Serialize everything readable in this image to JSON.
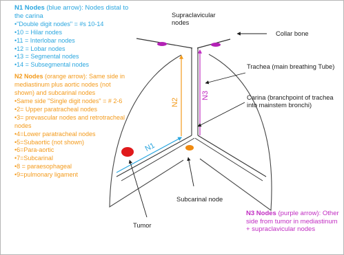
{
  "legend_n1": {
    "heading_bold": "N1 Nodes",
    "heading_rest": " (blue arrow): Nodes distal to the carina",
    "items": [
      "•\"Double digit nodes\" = #s 10-14",
      "•10 = Hilar nodes",
      "•11 = Interlobar nodes",
      "•12 = Lobar nodes",
      "•13 = Segmental nodes",
      "•14 = Subsegmental nodes"
    ]
  },
  "legend_n2": {
    "heading_bold": "N2 Nodes",
    "heading_rest": " (orange arrow): Same side in mediastinum plus aortic nodes (not shown) and subcarinal nodes",
    "items": [
      "•Same side \"Single digit nodes\" = # 2-6",
      "•2= Upper paratracheal nodes",
      "•3= prevascular nodes and retrotracheal nodes",
      "•4=Lower paratracheal nodes",
      "•5=Subaortic (not shown)",
      "•6=Para-aortic",
      "•7=Subcarinal",
      "•8 = paraesophageal",
      "•9=pulmonary ligament"
    ]
  },
  "legend_n3": {
    "heading_bold": "N3 Nodes",
    "heading_rest": " (purple arrow): Other side from tumor in mediastinum + supraclavicular nodes"
  },
  "diagram": {
    "supraclavicular_label": "Supraclavicular nodes",
    "collar_bone_label": "Collar bone",
    "trachea_label": "Trachea (main breathing Tube)",
    "carina_label": "Carina (branchpoint of trachea into mainstem bronchi)",
    "subcarinal_label": "Subcarinal node",
    "tumor_label": "Tumor",
    "arrow_n1": "N1",
    "arrow_n2": "N2",
    "arrow_n3": "N3"
  },
  "colors": {
    "n1_blue": "#2aa6df",
    "n2_orange": "#f39a1b",
    "n3_purple": "#c12cc2",
    "tumor_red": "#e0191b",
    "subcarinal_orange": "#f08a10",
    "supraclavicular_purple": "#b321b5"
  }
}
